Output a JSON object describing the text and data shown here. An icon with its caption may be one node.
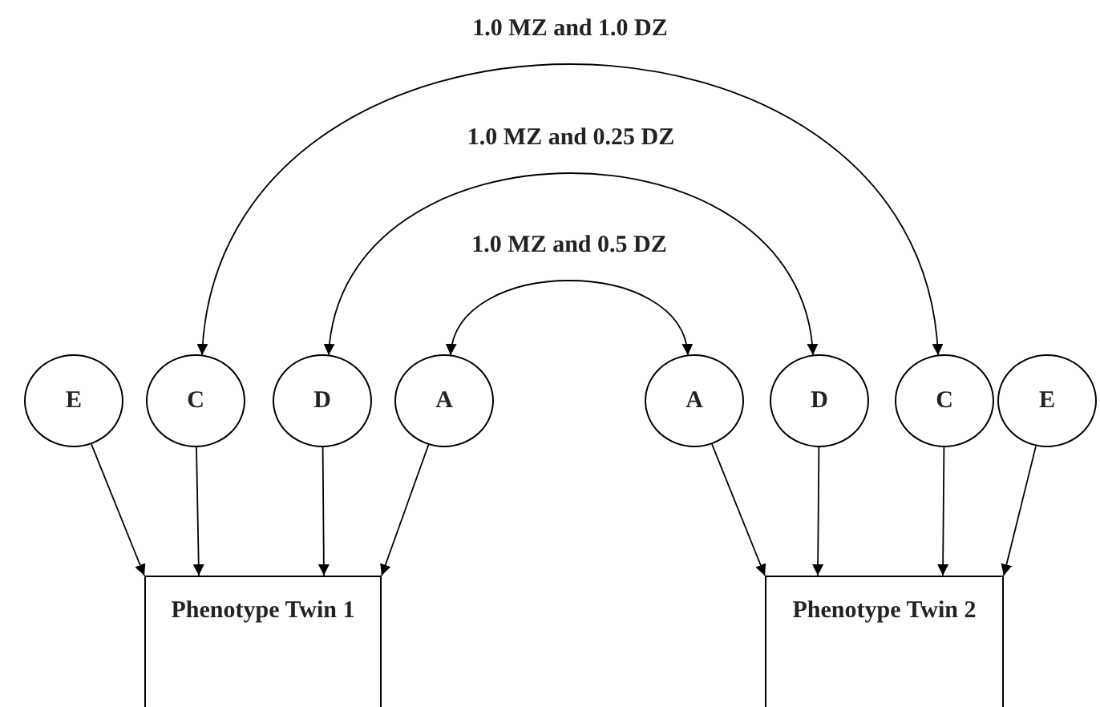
{
  "diagram": {
    "nodes": [
      {
        "text": [
          "E"
        ]
      },
      {
        "text": [
          "C"
        ]
      },
      {
        "text": [
          "D"
        ]
      },
      {
        "text": [
          "A"
        ]
      },
      {
        "text": [
          "A"
        ]
      },
      {
        "text": [
          "D"
        ]
      },
      {
        "text": [
          "C"
        ]
      },
      {
        "text": [
          "E"
        ]
      },
      {
        "text": [
          "Phenotype Twin 1"
        ]
      },
      {
        "text": [
          "Phenotype Twin 2"
        ]
      }
    ],
    "edges": [
      {
        "from": 1,
        "to": 6,
        "arrow": "both",
        "label": "1.0 MZ and 1.0 DZ"
      },
      {
        "from": 2,
        "to": 5,
        "arrow": "both",
        "label": "1.0 MZ and 0.25 DZ"
      },
      {
        "from": 3,
        "to": 4,
        "arrow": "both",
        "label": "1.0 MZ and 0.5 DZ"
      },
      {
        "from": 0,
        "to": 8,
        "arrow": "to"
      },
      {
        "from": 1,
        "to": 8,
        "arrow": "to"
      },
      {
        "from": 2,
        "to": 8,
        "arrow": "to"
      },
      {
        "from": 3,
        "to": 8,
        "arrow": "to"
      },
      {
        "from": 4,
        "to": 9,
        "arrow": "to"
      },
      {
        "from": 5,
        "to": 9,
        "arrow": "to"
      },
      {
        "from": 6,
        "to": 9,
        "arrow": "to"
      },
      {
        "from": 7,
        "to": 9,
        "arrow": "to"
      }
    ]
  }
}
